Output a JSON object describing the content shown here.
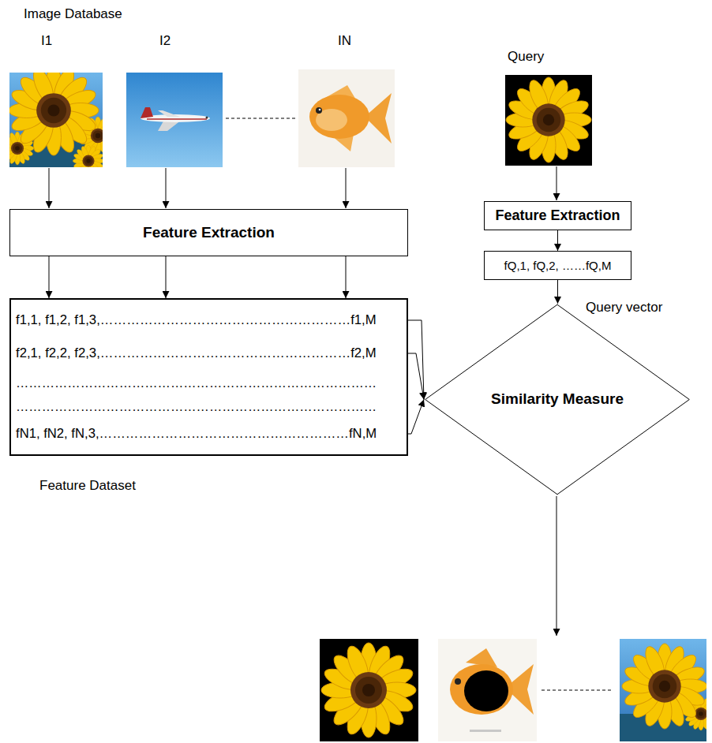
{
  "diagram": {
    "nodes": [
      {
        "text": [
          "Feature Extraction"
        ]
      },
      {
        "text": [
          "Feature Extraction"
        ]
      },
      {
        "text": [
          "fQ,1, fQ,2, ……fQ,Μ"
        ]
      },
      {
        "text": [
          "f1,1, f1,2, f1,3,…………………………………………………f1,M",
          "f2,1, f2,2, f2,3,…………………………………………………f2,M",
          "…………………………………………………………………………",
          "…………………………………………………………………………",
          "fN1, fN2, fN,3,…………………………………………………fN,M",
          "Feature Dataset"
        ]
      },
      {
        "text": [
          "Similarity Measure"
        ]
      }
    ],
    "edges": [
      {
        "from": 0,
        "to": 3,
        "arrow": "to"
      },
      {
        "from": 0,
        "to": 3,
        "arrow": "to"
      },
      {
        "from": 0,
        "to": 3,
        "arrow": "to"
      },
      {
        "from": 3,
        "to": 4,
        "arrow": "to"
      },
      {
        "from": 3,
        "to": 4,
        "arrow": "to"
      },
      {
        "from": 3,
        "to": 4,
        "arrow": "to"
      },
      {
        "from": 1,
        "to": 2,
        "arrow": "to"
      },
      {
        "from": 2,
        "to": 4,
        "arrow": "to"
      }
    ],
    "labels": [
      "Image Database",
      "I1",
      "I2",
      "IN",
      "Query",
      "Query vector"
    ]
  }
}
